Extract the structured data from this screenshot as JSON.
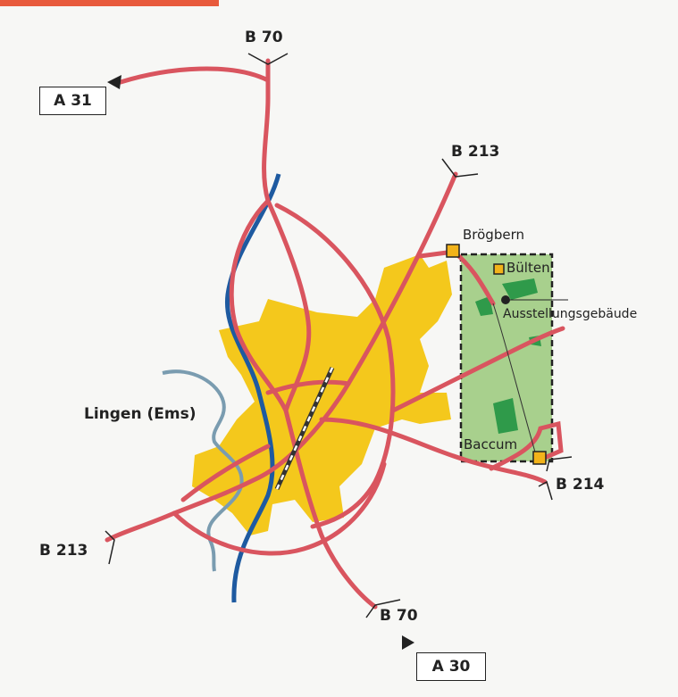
{
  "colors": {
    "road": "#d9555f",
    "river_ems": "#1e5aa0",
    "canal": "#7a9cb0",
    "city_area": "#f4c81c",
    "project_area": "#a8d08d",
    "forest": "#2f9a4a",
    "town_marker": "#f2b31a",
    "railway": "#333333"
  },
  "roads": {
    "a31": "A 31",
    "a30": "A 30",
    "b70_north": "B 70",
    "b70_south": "B 70",
    "b213_east": "B 213",
    "b213_west": "B 213",
    "b214": "B 214"
  },
  "places": {
    "city": "Lingen (Ems)",
    "broegbern": "Brögbern",
    "buelten": "Bülten",
    "exhibition": "Ausstellungsgebäude",
    "baccum": "Baccum"
  },
  "icons": {
    "direction_a31": "direction-arrow-icon",
    "direction_a30": "direction-arrow-icon",
    "town_marker": "square-marker-icon",
    "exhibition_marker": "dot-marker-icon"
  }
}
